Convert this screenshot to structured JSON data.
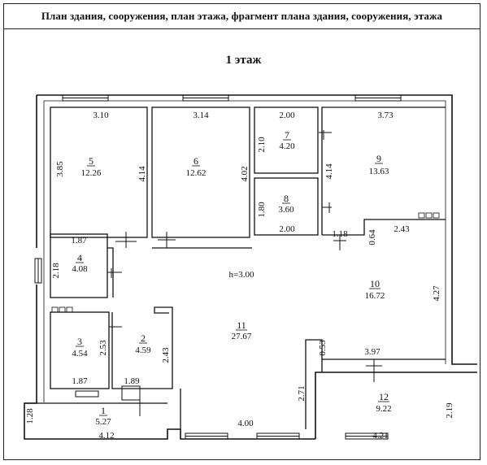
{
  "header": {
    "title": "План здания, сооружения, план этажа, фрагмент плана здания, сооружения, этажа"
  },
  "floor": {
    "title": "1 этаж",
    "ceiling_height": "h=3.00"
  },
  "rooms": [
    {
      "number": "1",
      "area": "5.27"
    },
    {
      "number": "2",
      "area": "4.59"
    },
    {
      "number": "3",
      "area": "4.54"
    },
    {
      "number": "4",
      "area": "4.08"
    },
    {
      "number": "5",
      "area": "12.26"
    },
    {
      "number": "6",
      "area": "12.62"
    },
    {
      "number": "7",
      "area": "4.20"
    },
    {
      "number": "8",
      "area": "3.60"
    },
    {
      "number": "9",
      "area": "13.63"
    },
    {
      "number": "10",
      "area": "16.72"
    },
    {
      "number": "11",
      "area": "27.67"
    },
    {
      "number": "12",
      "area": "9.22"
    }
  ],
  "dimensions": {
    "r5_top": "3.10",
    "r5_left": "3.85",
    "r5_right": "4.14",
    "r6_top": "3.14",
    "r6_right": "4.02",
    "r7_top": "2.00",
    "r7_left": "2.10",
    "r8_left": "1.80",
    "r8_bottom": "2.00",
    "r9_top": "3.73",
    "r9_left": "4.14",
    "r4_top": "1.87",
    "r4_left": "2.18",
    "r3_left": "2.53",
    "r3_bottom": "1.87",
    "r2_right": "2.43",
    "r2_bottom": "1.89",
    "r1_left": "1.28",
    "r1_bottom": "4.12",
    "corr_118": "1.18",
    "corr_064": "0.64",
    "corr_243": "2.43",
    "r10_right": "4.27",
    "r10_bottom": "3.97",
    "r11_053": "0.53",
    "r11_271": "2.71",
    "r11_bottom": "4.00",
    "r12_right": "2.19",
    "r12_bottom": "4.21"
  }
}
